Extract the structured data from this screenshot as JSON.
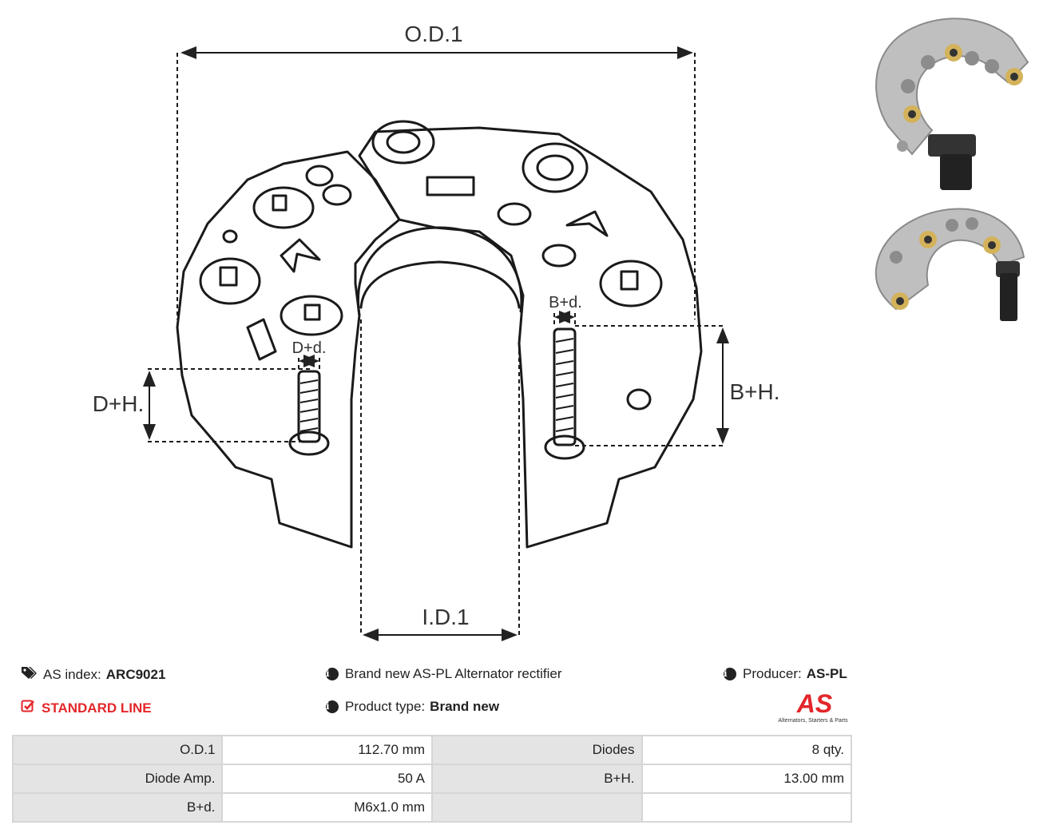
{
  "diagram": {
    "labels": {
      "od": "O.D.1",
      "id": "I.D.1",
      "dh": "D+H.",
      "dd": "D+d.",
      "bh": "B+H.",
      "bd": "B+d."
    }
  },
  "info": {
    "as_index_label": "AS index:",
    "as_index_value": "ARC9021",
    "standard_line": "STANDARD LINE",
    "description": "Brand new AS-PL Alternator rectifier",
    "product_type_label": "Product type:",
    "product_type_value": "Brand new",
    "producer_label": "Producer:",
    "producer_value": "AS-PL"
  },
  "logo": {
    "mark": "AS",
    "tagline": "Alternators, Starters & Parts",
    "color": "#e3262b"
  },
  "icons": {
    "tags": "tags-icon",
    "info": "info-icon",
    "check": "check-square-icon"
  },
  "specs": {
    "rows": [
      {
        "label1": "O.D.1",
        "value1": "112.70 mm",
        "label2": "Diodes",
        "value2": "8 qty."
      },
      {
        "label1": "Diode Amp.",
        "value1": "50 A",
        "label2": "B+H.",
        "value2": "13.00 mm"
      },
      {
        "label1": "B+d.",
        "value1": "M6x1.0 mm",
        "label2": "",
        "value2": ""
      }
    ]
  }
}
